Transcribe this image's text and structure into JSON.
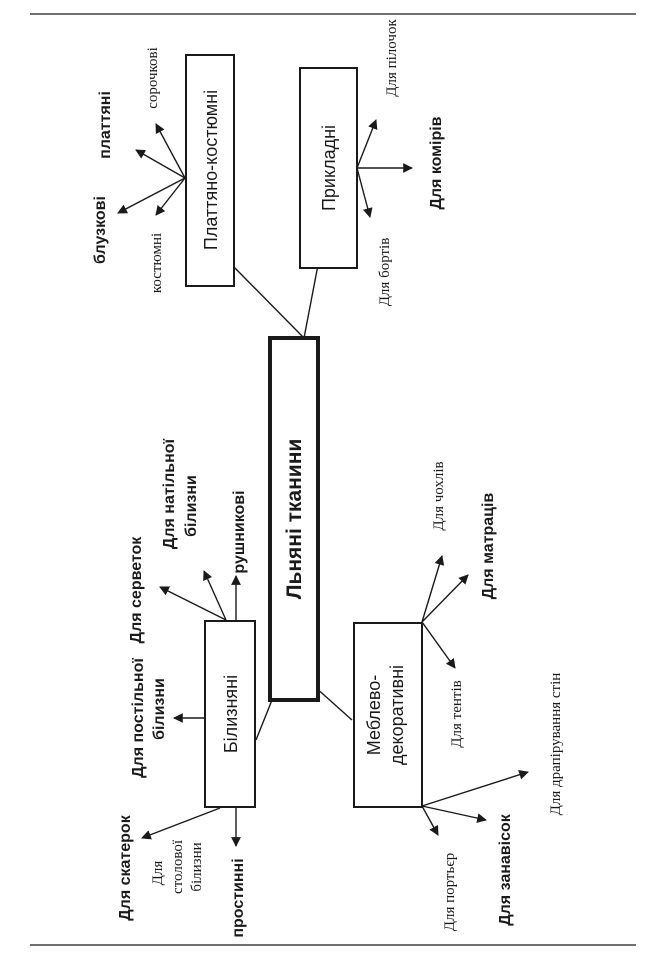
{
  "root": {
    "label": "Льняні тканини"
  },
  "groups": {
    "dress": {
      "label": "Платтяно-костюмні"
    },
    "applied": {
      "label": "Прикладні"
    },
    "linen": {
      "label": "Білизняні"
    },
    "furniture": {
      "label_line1": "Меблево-",
      "label_line2": "декоративні"
    }
  },
  "items": {
    "dress_bluzkovi": "блузкові",
    "dress_plattiani": "платтяні",
    "dress_sorochkovi": "сорочкові",
    "dress_kostiumni": "костюмні",
    "applied_pilochok": "Для пілочок",
    "applied_komiriv": "Для комірів",
    "applied_bortiv": "Для бортів",
    "linen_servetok": "Для серветок",
    "linen_natilnoi_1": "Для натільної",
    "linen_natilnoi_2": "білизни",
    "linen_rushnykovi": "рушникові",
    "linen_postilnoi_1": "Для постільної",
    "linen_postilnoi_2": "білизни",
    "linen_skaterok": "Для скатерок",
    "linen_stolovoi_1": "Для",
    "linen_stolovoi_2": "столової",
    "linen_stolovoi_3": "білизни",
    "linen_prostynni": "простинні",
    "furn_chokhliv": "Для чохлів",
    "furn_matratsiv": "Для матраців",
    "furn_tentiv": "Для тентів",
    "furn_drapiruvannia": "Для драпірування стін",
    "furn_zanavisok": "Для занавісок",
    "furn_portier": "Для портьєр"
  }
}
